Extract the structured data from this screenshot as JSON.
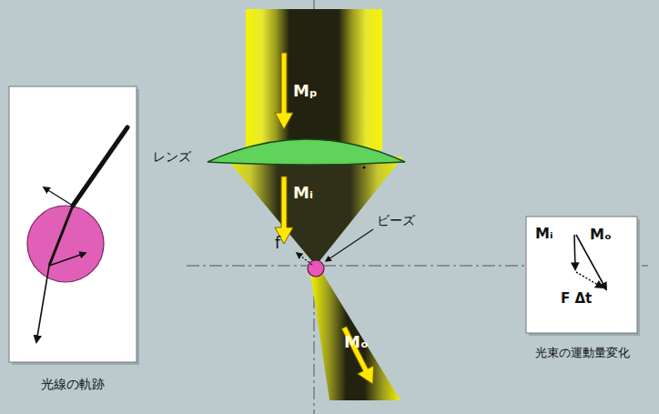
{
  "diagram": {
    "nodes": [
      {
        "text": [
          "光線の軌跡"
        ]
      },
      {
        "text": [
          "Mᵢ",
          "Mₒ",
          "F Δt",
          "光束の運動量変化"
        ]
      }
    ],
    "labels": [
      "Mₚ",
      "レンズ",
      "Mᵢ",
      "ビーズ",
      "f",
      "Mₒ"
    ]
  }
}
